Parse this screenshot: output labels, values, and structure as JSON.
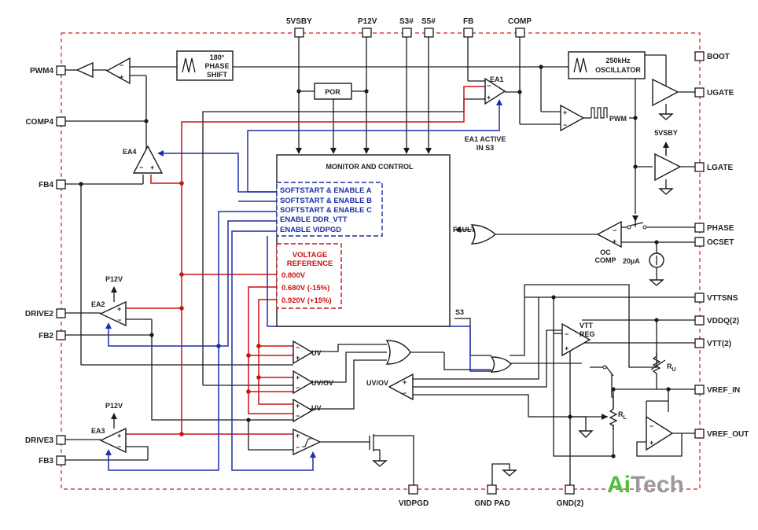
{
  "pins_top": {
    "vsby": "5VSBY",
    "p12v": "P12V",
    "s3": "S3#",
    "s5": "S5#",
    "fb": "FB",
    "comp": "COMP"
  },
  "pins_left": {
    "pwm4": "PWM4",
    "comp4": "COMP4",
    "fb4": "FB4",
    "drive2": "DRIVE2",
    "fb2": "FB2",
    "drive3": "DRIVE3",
    "fb3": "FB3"
  },
  "pins_right": {
    "boot": "BOOT",
    "ugate": "UGATE",
    "lgate": "LGATE",
    "phase": "PHASE",
    "ocset": "OCSET",
    "vttsns": "VTTSNS",
    "vddq": "VDDQ(2)",
    "vtt": "VTT(2)",
    "vref_in": "VREF_IN",
    "vref_out": "VREF_OUT"
  },
  "pins_bottom": {
    "vidpgd": "VIDPGD",
    "gnd_pad": "GND PAD",
    "gnd": "GND(2)"
  },
  "blocks": {
    "phase_shift": [
      "180°",
      "PHASE",
      "SHIFT"
    ],
    "oscillator": [
      "250kHz",
      "OSCILLATOR"
    ],
    "por": "POR",
    "monitor": "MONITOR AND CONTROL",
    "softstart": [
      "SOFTSTART & ENABLE A",
      "SOFTSTART & ENABLE B",
      "SOFTSTART & ENABLE C",
      "ENABLE DDR_VTT",
      "ENABLE VIDPGD"
    ],
    "vref_title": [
      "VOLTAGE",
      "REFERENCE"
    ],
    "vref_values": [
      "0.800V",
      "0.680V (-15%)",
      "0.920V (+15%)"
    ],
    "fault": "FAULT",
    "s3": "S3"
  },
  "labels": {
    "ea1": "EA1",
    "ea1_active": [
      "EA1 ACTIVE",
      "IN S3"
    ],
    "ea2": "EA2",
    "ea3": "EA3",
    "ea4": "EA4",
    "p12v_a": "P12V",
    "p12v_b": "P12V",
    "pwm": "PWM",
    "vsby_driver": "5VSBY",
    "oc_comp": [
      "OC",
      "COMP"
    ],
    "current": "20µA",
    "uv1": "UV",
    "uvov1": "UV/OV",
    "uv2": "UV",
    "uvov2": "UV/OV",
    "vtt_reg": [
      "VTT",
      "REG"
    ],
    "ru": "RU",
    "rl": "RL"
  },
  "logo": {
    "part1": "Ai",
    "part2": "Tech"
  }
}
